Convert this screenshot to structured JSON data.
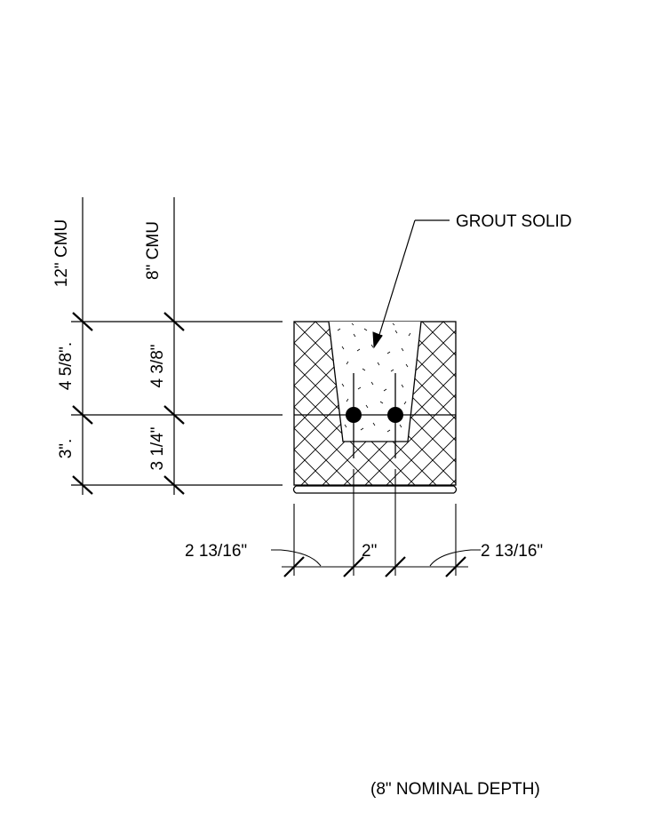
{
  "drawing": {
    "callout": "GROUT SOLID",
    "column_headers": {
      "left": "12\" CMU",
      "right": "8\" CMU"
    },
    "vertical_dims": {
      "left_upper": "4 5/8\".",
      "left_lower": "3\".",
      "right_upper": "4 3/8\"",
      "right_lower": "3 1/4\""
    },
    "horizontal_dims": {
      "left": "2 13/16\"",
      "middle": "2\"",
      "right": "2 13/16\""
    },
    "footnote": "(8\" NOMINAL DEPTH)"
  },
  "colors": {
    "ink": "#000000",
    "paper": "#ffffff"
  }
}
